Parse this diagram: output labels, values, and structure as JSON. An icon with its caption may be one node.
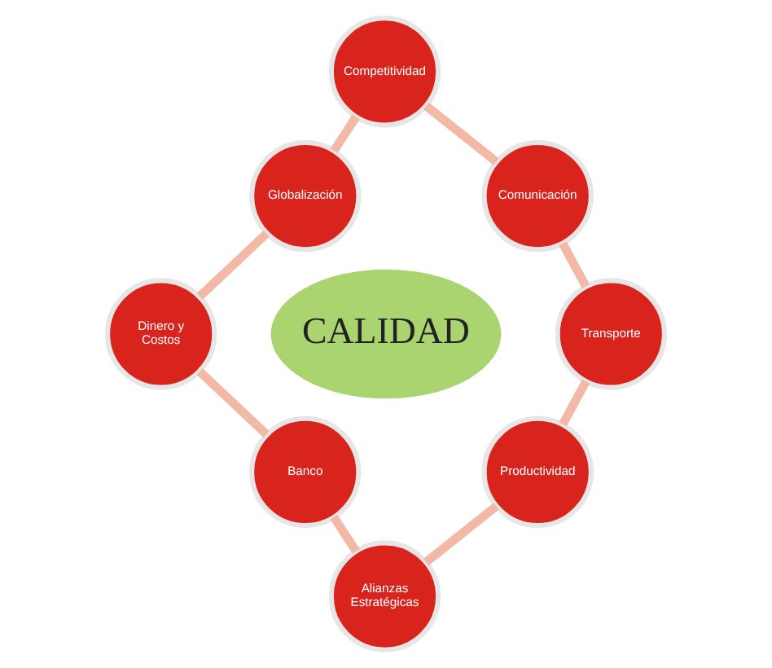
{
  "diagram": {
    "nodes": [
      {
        "text": [
          "Competitividad"
        ]
      },
      {
        "text": [
          "Globalización"
        ]
      },
      {
        "text": [
          "Comunicación"
        ]
      },
      {
        "text": [
          "Dinero y Costos"
        ]
      },
      {
        "text": [
          "CALIDAD"
        ]
      },
      {
        "text": [
          "Transporte"
        ]
      },
      {
        "text": [
          "Banco"
        ]
      },
      {
        "text": [
          "Productividad"
        ]
      },
      {
        "text": [
          "Alianzas Estratégicas"
        ]
      }
    ],
    "edges": [
      {
        "from": 0,
        "to": 1,
        "arrow": "none"
      },
      {
        "from": 0,
        "to": 2,
        "arrow": "none"
      },
      {
        "from": 1,
        "to": 3,
        "arrow": "none"
      },
      {
        "from": 2,
        "to": 5,
        "arrow": "none"
      },
      {
        "from": 3,
        "to": 6,
        "arrow": "none"
      },
      {
        "from": 5,
        "to": 7,
        "arrow": "none"
      },
      {
        "from": 6,
        "to": 8,
        "arrow": "none"
      },
      {
        "from": 7,
        "to": 8,
        "arrow": "none"
      }
    ]
  }
}
